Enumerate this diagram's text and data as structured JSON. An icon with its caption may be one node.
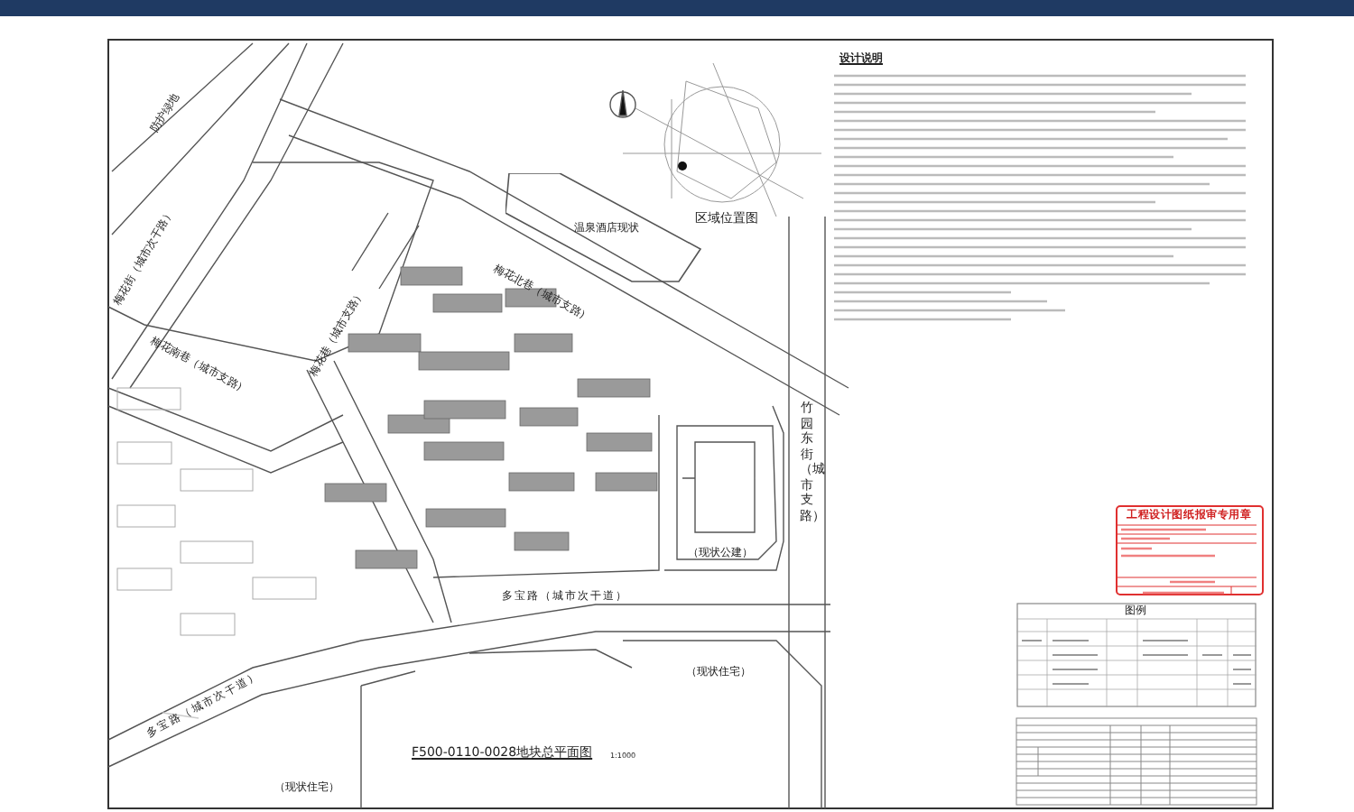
{
  "diagram": {
    "title": "F500-0110-0028地块总平面图",
    "nodes": [
      {
        "text": [
          "温泉酒店现状"
        ]
      },
      {
        "text": [
          "（现状公建）"
        ]
      },
      {
        "text": [
          "工程设计图纸报审专用章"
        ]
      },
      {
        "text": [
          "图例"
        ]
      }
    ],
    "labels": [
      "防护绿地",
      "梅花街（城市次干路）",
      "梅花北巷（城市支路）",
      "梅花巷（城市支路）",
      "梅花南巷（城市支路）",
      "区域位置图",
      "设计说明",
      "竹园东街（城市支路）",
      "多宝路（城市次干道）",
      "多宝路（城市次干道）",
      "（现状住宅）",
      "1:1000",
      "（现状住宅）"
    ]
  }
}
